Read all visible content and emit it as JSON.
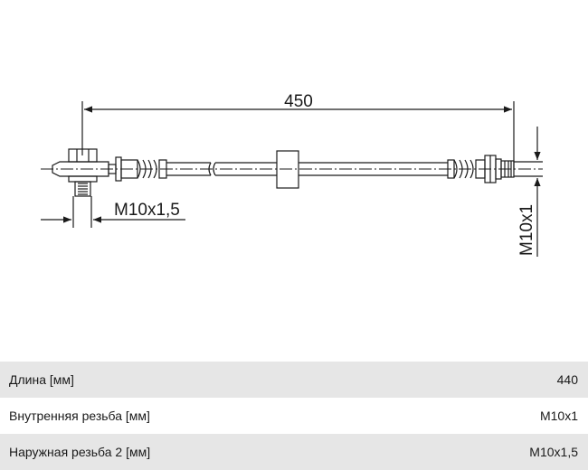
{
  "drawing": {
    "dim_length": "450",
    "dim_left_thread": "M10x1,5",
    "dim_right_thread": "M10x1"
  },
  "specs": [
    {
      "label": "Длина [мм]",
      "value": "440"
    },
    {
      "label": "Внутренняя резьба [мм]",
      "value": "M10x1"
    },
    {
      "label": "Наружная резьба 2 [мм]",
      "value": "M10x1,5"
    }
  ]
}
